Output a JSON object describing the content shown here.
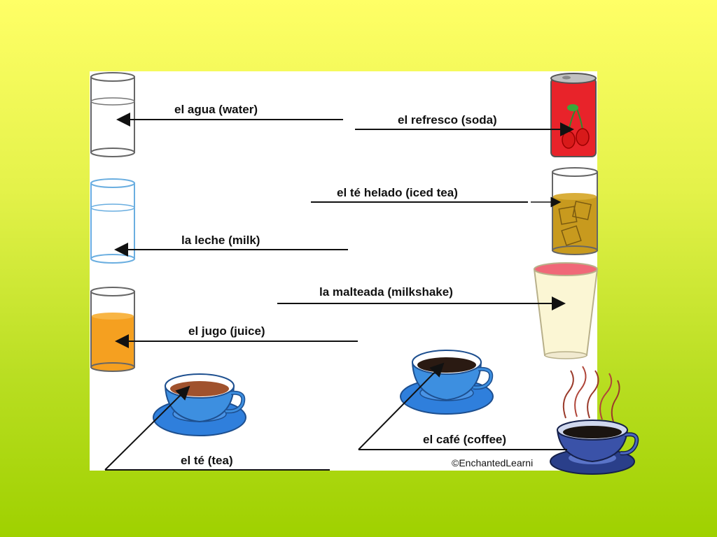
{
  "labels": {
    "water": "el agua (water)",
    "soda": "el refresco (soda)",
    "iced_tea": "el té helado (iced tea)",
    "milk": "la leche (milk)",
    "milkshake": "la malteada (milkshake)",
    "juice": "el jugo (juice)",
    "coffee": "el café (coffee)",
    "tea": "el té (tea)"
  },
  "copyright": "©EnchantedLearni",
  "colors": {
    "background_top": "#ffff66",
    "background_bottom": "#9fd100",
    "panel": "#ffffff",
    "soda_can": "#e8232a",
    "juice": "#f5a020",
    "iced_tea": "#c89a1e",
    "cup": "#3d8fe0",
    "coffee": "#2a1a12",
    "tea": "#a0522d"
  },
  "icons": [
    "water-glass-icon",
    "soda-can-icon",
    "iced-tea-glass-icon",
    "milk-glass-icon",
    "milkshake-cup-icon",
    "juice-glass-icon",
    "tea-cup-icon",
    "coffee-cup-icon",
    "steaming-cup-icon"
  ]
}
